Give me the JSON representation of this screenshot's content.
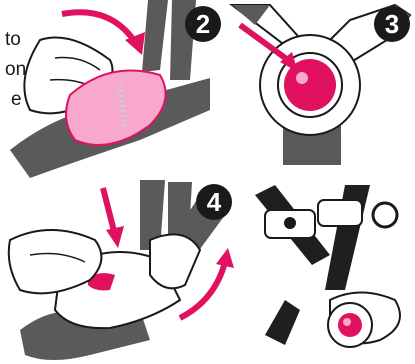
{
  "text_fragments": [
    "to",
    "on",
    "e"
  ],
  "steps": [
    {
      "number": "2",
      "icon": "step-number-2-icon"
    },
    {
      "number": "3",
      "icon": "step-number-3-icon"
    },
    {
      "number": "4",
      "icon": "step-number-4-icon"
    }
  ],
  "colors": {
    "accent": "#e0115f",
    "light_pink": "#f7a8cc",
    "strap": "#5a5a5a",
    "dark_strap": "#1f1f1f",
    "outline": "#1a1a1a"
  }
}
